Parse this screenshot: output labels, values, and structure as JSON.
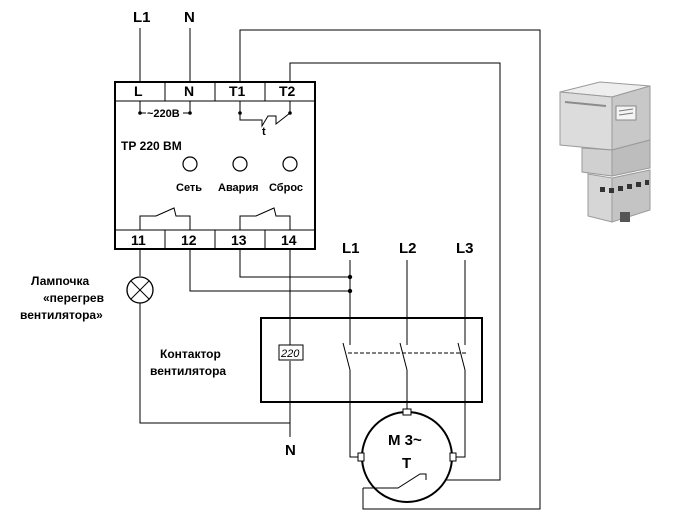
{
  "supply": {
    "phase_label": "L1",
    "neutral_label": "N"
  },
  "relay": {
    "model": "ТР 220 ВМ",
    "terminals_top": [
      "L",
      "N",
      "T1",
      "T2"
    ],
    "terminals_bottom": [
      "11",
      "12",
      "13",
      "14"
    ],
    "voltage_label": "~220В",
    "timer_label": "t",
    "indicators": [
      "Сеть",
      "Авария",
      "Сброс"
    ]
  },
  "phases": [
    "L1",
    "L2",
    "L3"
  ],
  "lamp": {
    "line1": "Лампочка",
    "line2": "«перегрев",
    "line3": "вентилятора»"
  },
  "contactor": {
    "line1": "Контактор",
    "line2": "вентилятора",
    "coil_voltage": "220"
  },
  "neutral_bottom_label": "N",
  "motor": {
    "label": "M 3~",
    "thermo_label": "T"
  },
  "icons": {
    "device_photo": "din-rail-relay-photo",
    "lamp": "lamp-icon"
  },
  "colors": {
    "line": "#000000",
    "background": "#ffffff",
    "device_body": "#dcdcdc"
  }
}
